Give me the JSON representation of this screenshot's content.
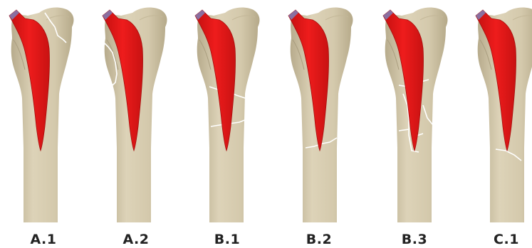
{
  "figure": {
    "panels": [
      {
        "id": "A1",
        "label": "A.1"
      },
      {
        "id": "A2",
        "label": "A.2"
      },
      {
        "id": "B1",
        "label": "B.1"
      },
      {
        "id": "B2",
        "label": "B.2"
      },
      {
        "id": "B3",
        "label": "B.3"
      },
      {
        "id": "C1",
        "label": "C.1"
      }
    ],
    "colors": {
      "bone": "#d8cdb0",
      "bone_shadow": "#b9ae90",
      "implant": "#e01616",
      "implant_edge": "#a80d0d",
      "neck_cut": "#8a6fa0",
      "fracture_line": "#ffffff"
    }
  }
}
